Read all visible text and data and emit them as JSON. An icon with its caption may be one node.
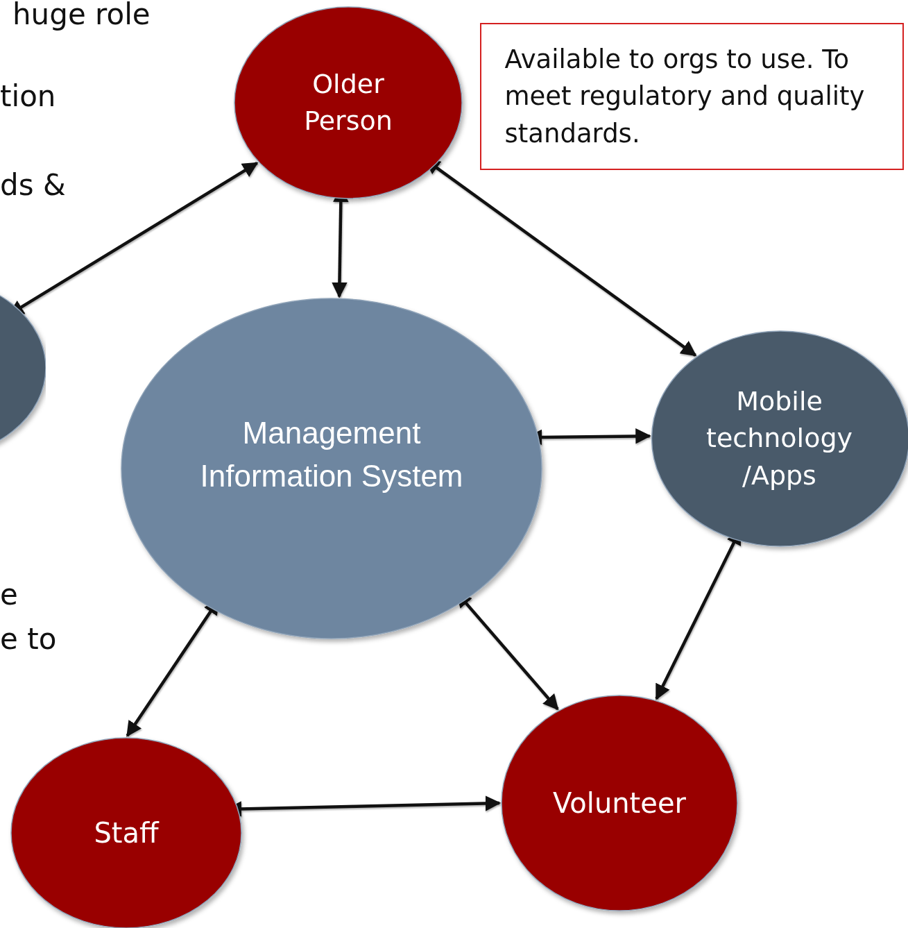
{
  "diagram": {
    "nodes": [
      {
        "text": [
          "Older Person"
        ]
      },
      {
        "text": [
          "Available to orgs to use. To meet regulatory and quality standards."
        ]
      },
      {
        "text": [],
        "shape": "circle"
      },
      {
        "text": [
          "Management Information System"
        ]
      },
      {
        "text": [
          "Mobile technology /Apps"
        ]
      },
      {
        "text": [
          "Staff"
        ]
      },
      {
        "text": [
          "Volunteer"
        ]
      }
    ],
    "edges": [
      {
        "from": 2,
        "to": 0,
        "arrow": "both"
      },
      {
        "from": 0,
        "to": 3,
        "arrow": "both"
      },
      {
        "from": 0,
        "to": 4,
        "arrow": "both"
      },
      {
        "from": 3,
        "to": 4,
        "arrow": "both"
      },
      {
        "from": 3,
        "to": 5,
        "arrow": "both"
      },
      {
        "from": 3,
        "to": 6,
        "arrow": "both"
      },
      {
        "from": 4,
        "to": 6,
        "arrow": "both"
      },
      {
        "from": 5,
        "to": 6,
        "arrow": "both"
      }
    ],
    "labels": [
      "huge role",
      "tion",
      "ds &",
      "e",
      "e to"
    ]
  }
}
